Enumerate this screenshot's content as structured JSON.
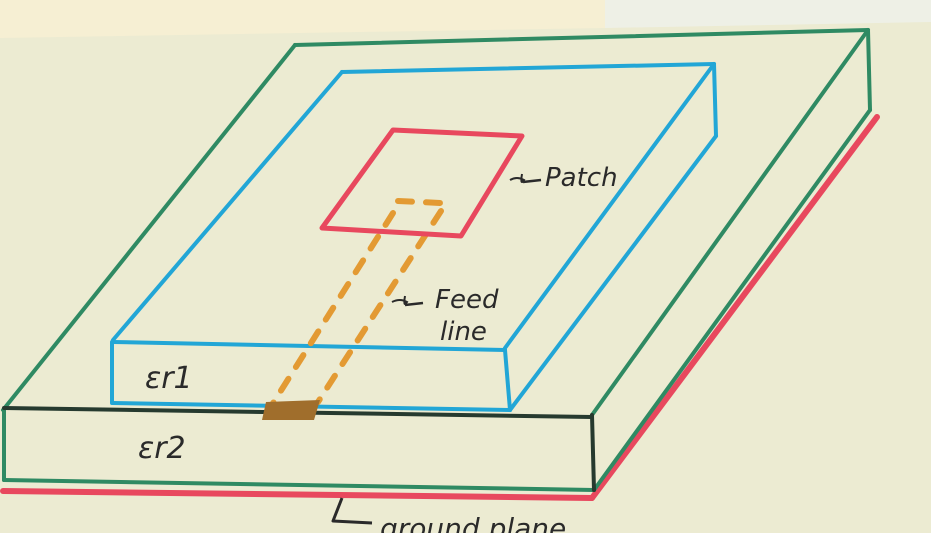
{
  "labels": {
    "patch": "Patch",
    "feed_line_1": "Feed",
    "feed_line_2": "line",
    "eps_r1": "εr1",
    "eps_r2": "εr2",
    "ground_plane": "ground plane"
  },
  "colors": {
    "background": "#ecebd2",
    "top_paper": "#f5f0d6",
    "substrate_outline": "#2f8a63",
    "superstrate_outline": "#22a6d6",
    "patch": "#e8485e",
    "feed": "#e39a33",
    "ground": "#e8485e",
    "edge_dark": "#263a2f"
  }
}
